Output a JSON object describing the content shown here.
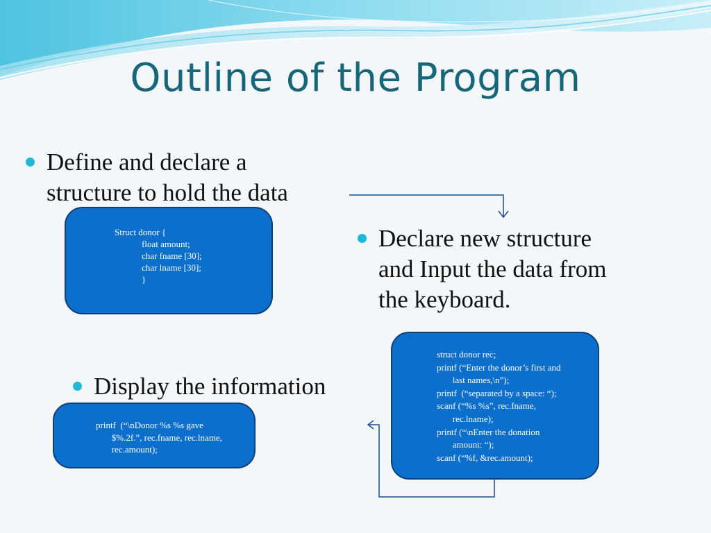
{
  "slide": {
    "title": "Outline of the Program",
    "bullets": {
      "define": [
        "Define and declare a",
        "structure to hold the data"
      ],
      "declare": [
        "Declare new structure",
        "and Input the data from",
        "the keyboard."
      ],
      "display": [
        "Display the information"
      ]
    },
    "code": {
      "struct_def": [
        "Struct donor {",
        "            float amount;",
        "            char fname [30];",
        "            char lname [30];",
        "            }"
      ],
      "input": [
        "struct donor rec;",
        "printf (“Enter the donor’s first and",
        "       last names,\\n”);",
        "printf  (“separated by a space: “);",
        "scanf (“%s %s”, rec.fname,",
        "       rec.lname);",
        "printf (“\\nEnter the donation",
        "       amount: “);",
        "scanf (“%f, &rec.amount);"
      ],
      "output": [
        "printf  (“\\nDonor %s %s gave",
        "       $%.2f.”, rec.fname, rec.lname,",
        "       rec.amount);"
      ]
    },
    "colors": {
      "title": "#17677a",
      "bullet_dot": "#1fb8d6",
      "box_fill": "#0b6fcb",
      "box_border": "#0d3f74",
      "connector": "#1a4f8a"
    }
  }
}
